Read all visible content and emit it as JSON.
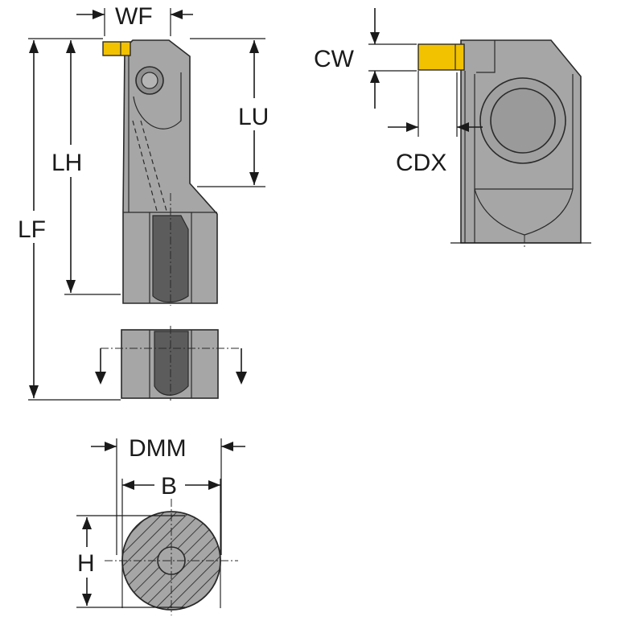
{
  "labels": {
    "wf": "WF",
    "lu": "LU",
    "lh": "LH",
    "lf": "LF",
    "cw": "CW",
    "cdx": "CDX",
    "dmm": "DMM",
    "b": "B",
    "h": "H"
  },
  "colors": {
    "insert": "#f2c200",
    "body": "#a6a6a6",
    "shank_core": "#5c5c5c",
    "line": "#1a1a1a"
  }
}
